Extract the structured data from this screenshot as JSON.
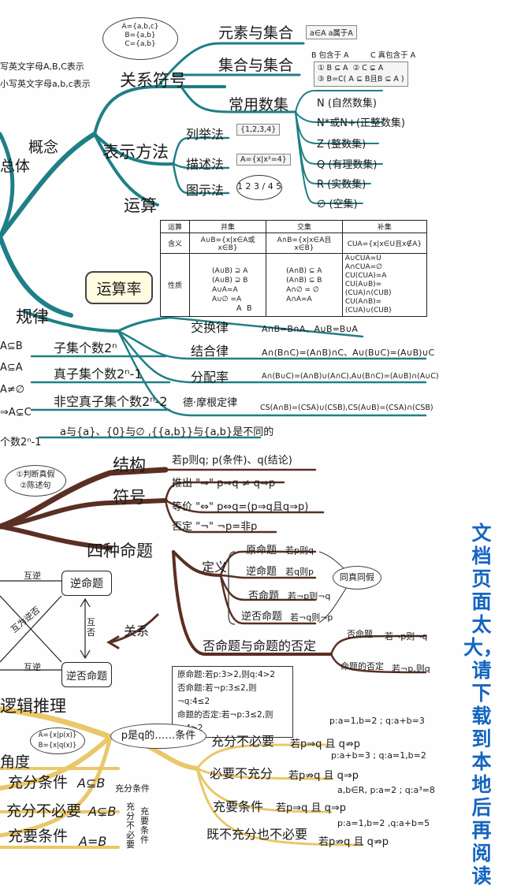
{
  "sets": {
    "overall_partial": "总体",
    "concept": "概念",
    "relation_symbols": "关系符号",
    "representation": "表示方法",
    "operations": "运算",
    "operation_laws": "运算率",
    "laws": "规律",
    "element_set": "元素与集合",
    "element_set_note": "a∈A   a属于A",
    "set_set": "集合与集合",
    "set_set_notes": [
      "① B ⊆ A",
      "② C ⊊ A",
      "③ B=C( A ⊆ B且B ⊆ A )"
    ],
    "subset_label": "B 包含于 A",
    "psubset_label": "C 真包含于 A",
    "common_sets": "常用数集",
    "number_sets": [
      "N (自然数集)",
      "N*或N+(正整数集)",
      "Z (整数集)",
      "Q (有理数集)",
      "R (实数集)",
      "∅ (空集)"
    ],
    "cloud_sets": [
      "A={a,b,c}",
      "B={a,b}",
      "C={a,b}"
    ],
    "left_notes": [
      "写英文字母A,B,C表示",
      "小写英文字母a,b,c表示"
    ],
    "enum_method": "列举法",
    "enum_example": "{1,2,3,4}",
    "desc_method": "描述法",
    "desc_example": "A={x|x²=4}",
    "graph_method": "图示法",
    "graph_example": "1 2 3 / 4 5",
    "ops_table": {
      "header": [
        "运算",
        "并集",
        "交集",
        "补集"
      ],
      "def_label": "含义",
      "defs": [
        "A∪B={x|x∈A或x∈B}",
        "A∩B={x|x∈A且x∈B}",
        "CUA={x|x∈U且x∉A}"
      ],
      "prop_label": "性质",
      "union_props": [
        "(A∪B) ⊇ A",
        "(A∪B) ⊇ B",
        "A∪A=A",
        "A∪∅ =A"
      ],
      "inter_props": [
        "(A∩B) ⊆ A",
        "(A∩B) ⊆ B",
        "A∩∅ = ∅",
        "A∩A=A"
      ],
      "comp_props": [
        "A∪CUA=U",
        "A∩CUA=∅",
        "CU(CUA)=A",
        "CU(A∪B)=(CUA)∩(CUB)",
        "CU(A∩B)=(CUA)∪(CUB)"
      ]
    },
    "venn_labels": [
      "A",
      "B"
    ],
    "law_items": [
      {
        "name": "交换律",
        "formula": "A∩B=B∩A、A∪B=B∪A"
      },
      {
        "name": "结合律",
        "formula": "A∩(B∩C)=(A∩B)∩C、A∪(B∪C)=(A∪B)∪C"
      },
      {
        "name": "分配率",
        "formula": "A∩(B∪C)=(A∩B)∪(A∩C),A∪(B∩C)=(A∪B)∩(A∪C)"
      },
      {
        "name": "德·摩根定律",
        "formula": "CS(A∩B)=(CSA)∪(CSB),CS(A∪B)=(CSA)∩(CSB)"
      }
    ],
    "left_fragments": [
      "A⊆B",
      "A⊆A",
      "A≠∅",
      "⇒A⊊C",
      "个数2ⁿ-1"
    ],
    "subset_counts": [
      "子集个数2ⁿ",
      "真子集个数2ⁿ-1",
      "非空真子集个数2ⁿ-2"
    ],
    "distinct_note": "a与{a}、{0}与∅ ,{{a,b}}与{a,b}是不同的"
  },
  "propositions": {
    "cloud": [
      "①判断真假",
      "②陈述句"
    ],
    "structure": "结构",
    "structure_note": "若p则q;  p(条件)、q(结论)",
    "symbols": "符号",
    "infer": "推出 \"⇒\"  p⇒q ≠ q⇒p",
    "equiv": "等价 \"⇔\"  p⇔q=(p⇒q且q⇒p)",
    "negate": "否定 \"¬\"  ¬p=非p",
    "four": "四种命题",
    "definition": "定义",
    "defs": [
      {
        "name": "原命题",
        "form": "若p则q"
      },
      {
        "name": "逆命题",
        "form": "若q则p"
      },
      {
        "name": "否命题",
        "form": "若¬p则¬q"
      },
      {
        "name": "逆否命题",
        "form": "若¬q则¬p"
      }
    ],
    "same_truth": "同真同假",
    "relation": "关系",
    "diagram": {
      "converse": "逆命题",
      "contrapositive": "逆否命题",
      "mutual_converse": "互逆",
      "mutual_negation": "互否",
      "mutual_contrapositive": "互为逆否"
    },
    "neg_vs": "否命题与命题的否定",
    "neg_inverse": "否命题",
    "neg_inverse_form": "若¬p则¬q",
    "neg_prop": "命题的否定",
    "neg_prop_form": "若¬p,则q",
    "example": [
      "原命题:若p:3>2,则q:4>2",
      "否命题:若¬p:3≤2,则¬q:4≤2",
      "命题的否定:若¬p:3≤2,则q:4>2"
    ]
  },
  "logic": {
    "title_partial": "逻辑推理",
    "angle_partial": "角度",
    "cloud_sets": [
      "A={x|p(x)}",
      "B={x|q(x)}"
    ],
    "condition_q": "p是q的……条件",
    "left_items": [
      {
        "name": "充分条件",
        "rel": "A⊆B"
      },
      {
        "name": "充分不必要",
        "rel": "A⊊B"
      },
      {
        "name": "充要条件",
        "rel": "A=B"
      }
    ],
    "suff_label": "充分条件",
    "suff_not_nec": "充分不必要",
    "iff_label": "充要条件",
    "branches": [
      {
        "name": "充分不必要",
        "rule": "若p⇒q 且 q⇏p",
        "example": "p:a=1,b=2 ; q:a+b=3"
      },
      {
        "name": "必要不充分",
        "rule": "若p⇏q 且 q⇒p",
        "example": "p:a+b=3 ; q:a=1,b=2"
      },
      {
        "name": "充要条件",
        "rule": "若p⇒q 且 q⇒p",
        "example": "a,b∈R, p:a=2 ; q:a³=8"
      },
      {
        "name": "既不充分也不必要",
        "rule": "若p⇏q 且 q⇏p",
        "example": "p:a=1,b=2 ,q:a+b=5"
      }
    ]
  },
  "sidebar": {
    "download_notice": "文档页面太大，请下载到本地后再阅读"
  },
  "colors": {
    "teal": "#1f7f86",
    "brown": "#5a2f24",
    "gold": "#e9c86a",
    "blue": "#1565c0"
  }
}
